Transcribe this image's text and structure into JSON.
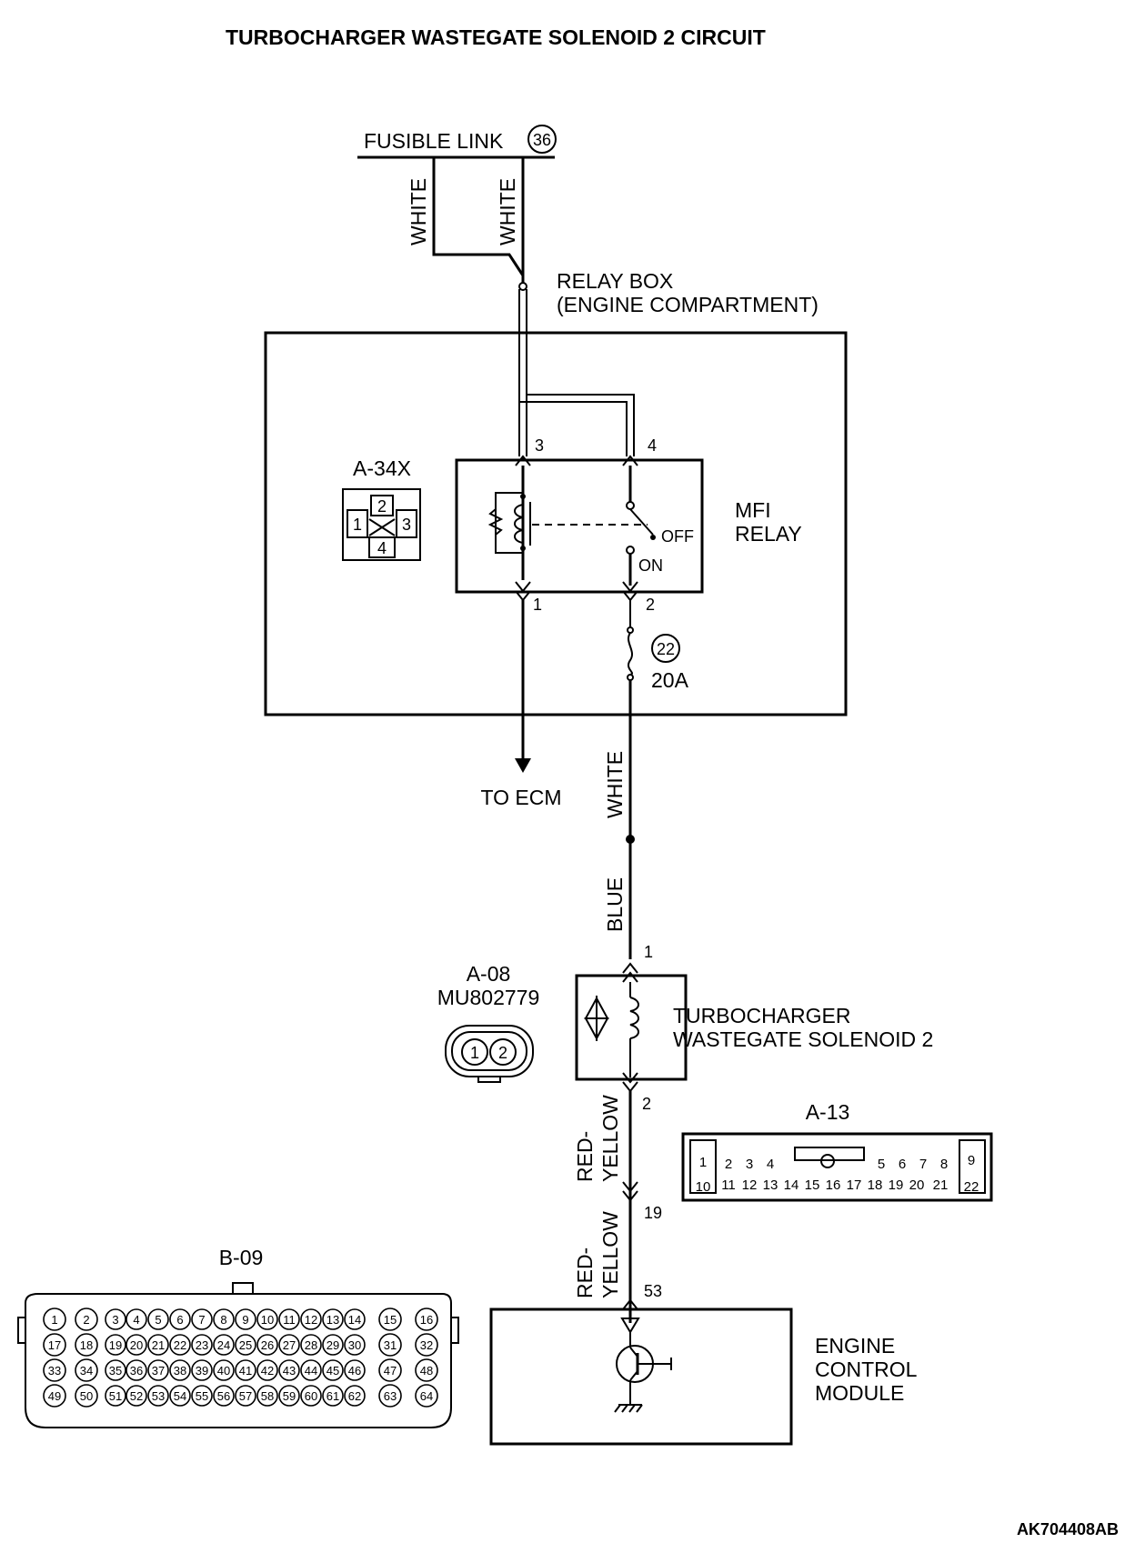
{
  "title": "TURBOCHARGER WASTEGATE SOLENOID 2 CIRCUIT",
  "fusible_link": {
    "label": "FUSIBLE LINK",
    "number": "36"
  },
  "wire_colors": {
    "white_left": "WHITE",
    "white_right": "WHITE",
    "white_lower": "WHITE",
    "blue": "BLUE",
    "red_yellow_1_line1": "RED-",
    "red_yellow_1_line2": "YELLOW",
    "red_yellow_2_line1": "RED-",
    "red_yellow_2_line2": "YELLOW"
  },
  "relay_box": {
    "line1": "RELAY BOX",
    "line2": "(ENGINE COMPARTMENT)"
  },
  "relay_connector": {
    "id": "A-34X",
    "pins": [
      "1",
      "2",
      "3",
      "4"
    ]
  },
  "mfi_relay": {
    "line1": "MFI",
    "line2": "RELAY",
    "off_label": "OFF",
    "on_label": "ON",
    "pins": {
      "p1": "1",
      "p2": "2",
      "p3": "3",
      "p4": "4"
    }
  },
  "fuse": {
    "number": "22",
    "rating": "20A"
  },
  "to_ecm": "TO ECM",
  "solenoid_connector": {
    "id": "A-08",
    "part": "MU802779",
    "pins": [
      "1",
      "2"
    ]
  },
  "solenoid": {
    "line1": "TURBOCHARGER",
    "line2": "WASTEGATE SOLENOID 2",
    "pin_top": "1",
    "pin_bottom": "2"
  },
  "intermediate_connector": {
    "id": "A-13",
    "pin_on_wire": "19",
    "row1": [
      "1",
      "2",
      "3",
      "4",
      "5",
      "6",
      "7",
      "8",
      "9"
    ],
    "row2": [
      "10",
      "11",
      "12",
      "13",
      "14",
      "15",
      "16",
      "17",
      "18",
      "19",
      "20",
      "21",
      "22"
    ]
  },
  "ecm_connector": {
    "id": "B-09",
    "rows": [
      [
        "1",
        "2",
        "3",
        "4",
        "5",
        "6",
        "7",
        "8",
        "9",
        "10",
        "11",
        "12",
        "13",
        "14",
        "15",
        "16"
      ],
      [
        "17",
        "18",
        "19",
        "20",
        "21",
        "22",
        "23",
        "24",
        "25",
        "26",
        "27",
        "28",
        "29",
        "30",
        "31",
        "32"
      ],
      [
        "33",
        "34",
        "35",
        "36",
        "37",
        "38",
        "39",
        "40",
        "41",
        "42",
        "43",
        "44",
        "45",
        "46",
        "47",
        "48"
      ],
      [
        "49",
        "50",
        "51",
        "52",
        "53",
        "54",
        "55",
        "56",
        "57",
        "58",
        "59",
        "60",
        "61",
        "62",
        "63",
        "64"
      ]
    ]
  },
  "ecm": {
    "line1": "ENGINE",
    "line2": "CONTROL",
    "line3": "MODULE",
    "pin": "53"
  },
  "figure_id": "AK704408AB"
}
